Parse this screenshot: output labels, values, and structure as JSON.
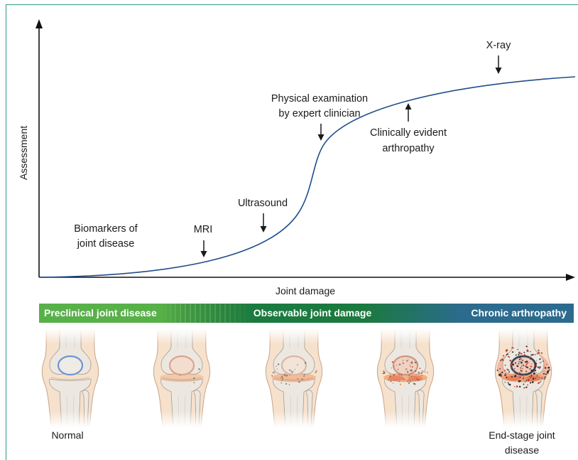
{
  "axes": {
    "y_label": "Assessment",
    "x_label": "Joint damage"
  },
  "annotations": {
    "biomarkers": [
      "Biomarkers of",
      "joint disease"
    ],
    "mri": "MRI",
    "ultrasound": "Ultrasound",
    "physical_exam": [
      "Physical examination",
      "by expert clinician"
    ],
    "clinically_evident": [
      "Clinically evident",
      "arthropathy"
    ],
    "xray": "X-ray"
  },
  "stage_bar": {
    "labels": {
      "preclinical": "Preclinical joint disease",
      "observable": "Observable joint damage",
      "chronic": "Chronic arthropathy"
    },
    "colors": {
      "preclinical": "#58b049",
      "observable": "#1b7a3f",
      "chronic": "#2c6b8e"
    }
  },
  "knees": [
    {
      "label": [
        "Normal"
      ],
      "ring_color": "#7094d6"
    },
    {
      "label": [],
      "ring_color": "#d8a592"
    },
    {
      "label": [],
      "ring_color": "#d9b8a6"
    },
    {
      "label": [],
      "ring_color": "#cf9582"
    },
    {
      "label": [
        "End-stage joint",
        "disease"
      ],
      "ring_color": "#3d4154"
    }
  ],
  "colors": {
    "frame": "#46a595",
    "curve": "#1f4d8a",
    "axes": "#111111"
  }
}
